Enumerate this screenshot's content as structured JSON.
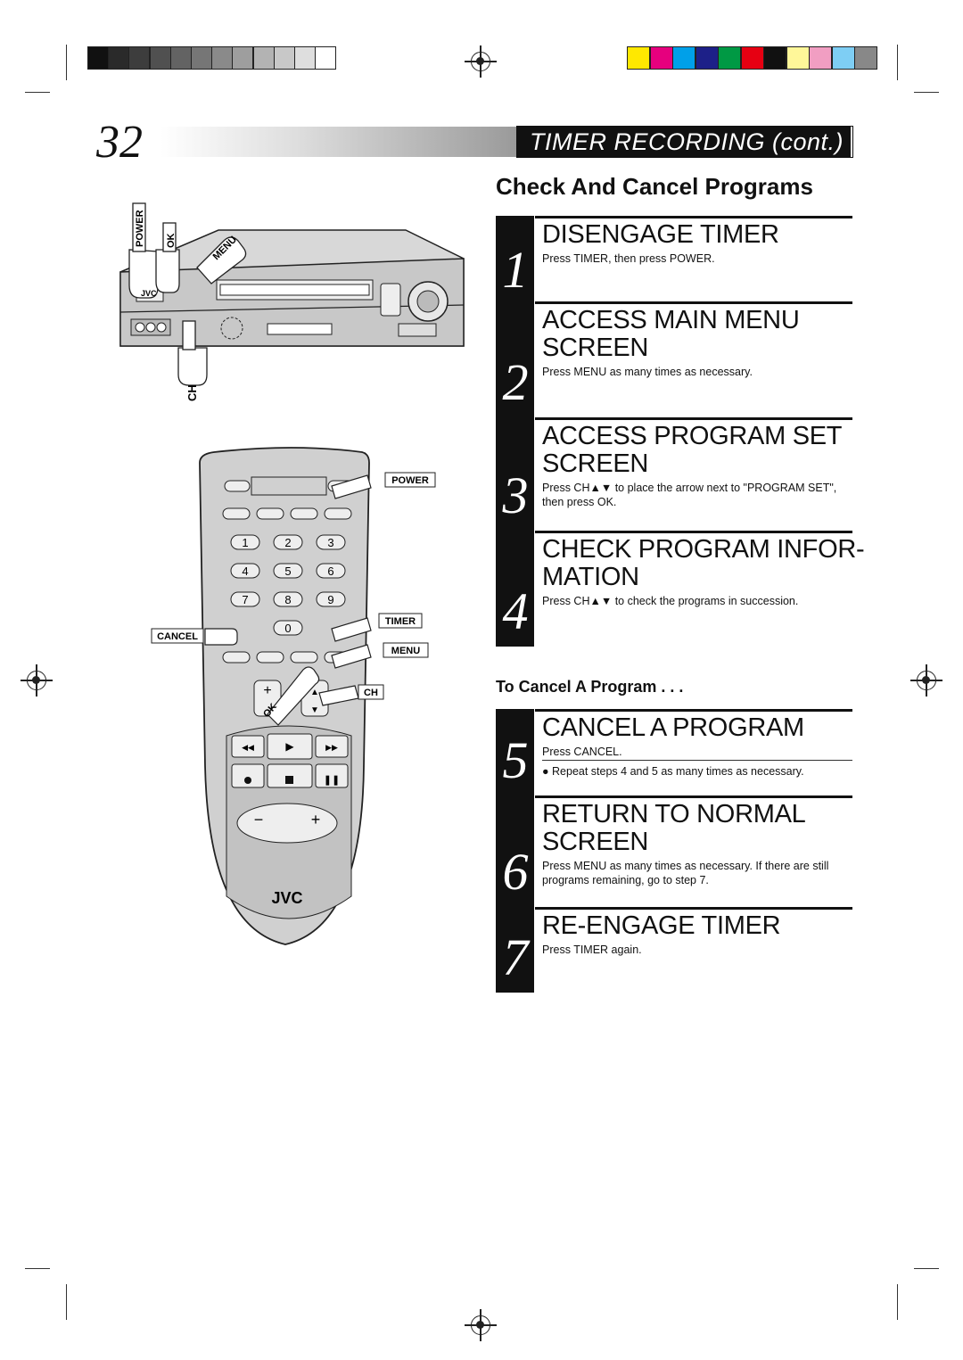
{
  "page": {
    "number": "32",
    "header_title": "TIMER RECORDING (cont.)",
    "section_heading": "Check And Cancel Programs",
    "subsection_heading": "To Cancel A Program . . ."
  },
  "color_bars": {
    "grays": [
      "#111111",
      "#2a2a2a",
      "#3d3d3d",
      "#505050",
      "#636363",
      "#767676",
      "#8a8a8a",
      "#9e9e9e",
      "#b3b3b3",
      "#c8c8c8",
      "#dedede",
      "#ffffff"
    ],
    "colors": [
      "#ffe800",
      "#e6007e",
      "#00a0e9",
      "#1d2088",
      "#009944",
      "#e60012",
      "#111111",
      "#fff799",
      "#f19ec2",
      "#7ecef4",
      "#888888"
    ]
  },
  "steps": [
    {
      "num": "1",
      "title_lines": [
        "DISENGAGE TIMER"
      ],
      "desc": "Press TIMER, then press POWER."
    },
    {
      "num": "2",
      "title_lines": [
        "ACCESS MAIN MENU",
        "SCREEN"
      ],
      "desc": "Press MENU as many times as necessary."
    },
    {
      "num": "3",
      "title_lines": [
        "ACCESS PROGRAM SET",
        "SCREEN"
      ],
      "desc": "Press CH▲▼ to place the arrow next to \"PROGRAM SET\", then press OK."
    },
    {
      "num": "4",
      "title_lines": [
        "CHECK PROGRAM INFOR-",
        "MATION"
      ],
      "desc": "Press CH▲▼ to check the programs in succession."
    },
    {
      "num": "5",
      "title_lines": [
        "CANCEL A PROGRAM"
      ],
      "desc": "Press CANCEL.",
      "note": "● Repeat steps 4 and 5 as many times as necessary."
    },
    {
      "num": "6",
      "title_lines": [
        "RETURN TO NORMAL",
        "SCREEN"
      ],
      "desc": "Press MENU as many times as necessary. If there are still programs remaining, go to step 7."
    },
    {
      "num": "7",
      "title_lines": [
        "RE-ENGAGE TIMER"
      ],
      "desc": "Press TIMER again."
    }
  ],
  "vcr_labels": {
    "power": "POWER",
    "ok": "OK",
    "menu": "MENU",
    "ch": "CH"
  },
  "remote": {
    "keys": [
      "1",
      "2",
      "3",
      "4",
      "5",
      "6",
      "7",
      "8",
      "9",
      "0"
    ],
    "labels": {
      "power": "POWER",
      "timer": "TIMER",
      "cancel": "CANCEL",
      "menu": "MENU",
      "ch": "CH",
      "ok": "OK"
    },
    "brand": "JVC"
  },
  "vcr_brand": "JVC"
}
